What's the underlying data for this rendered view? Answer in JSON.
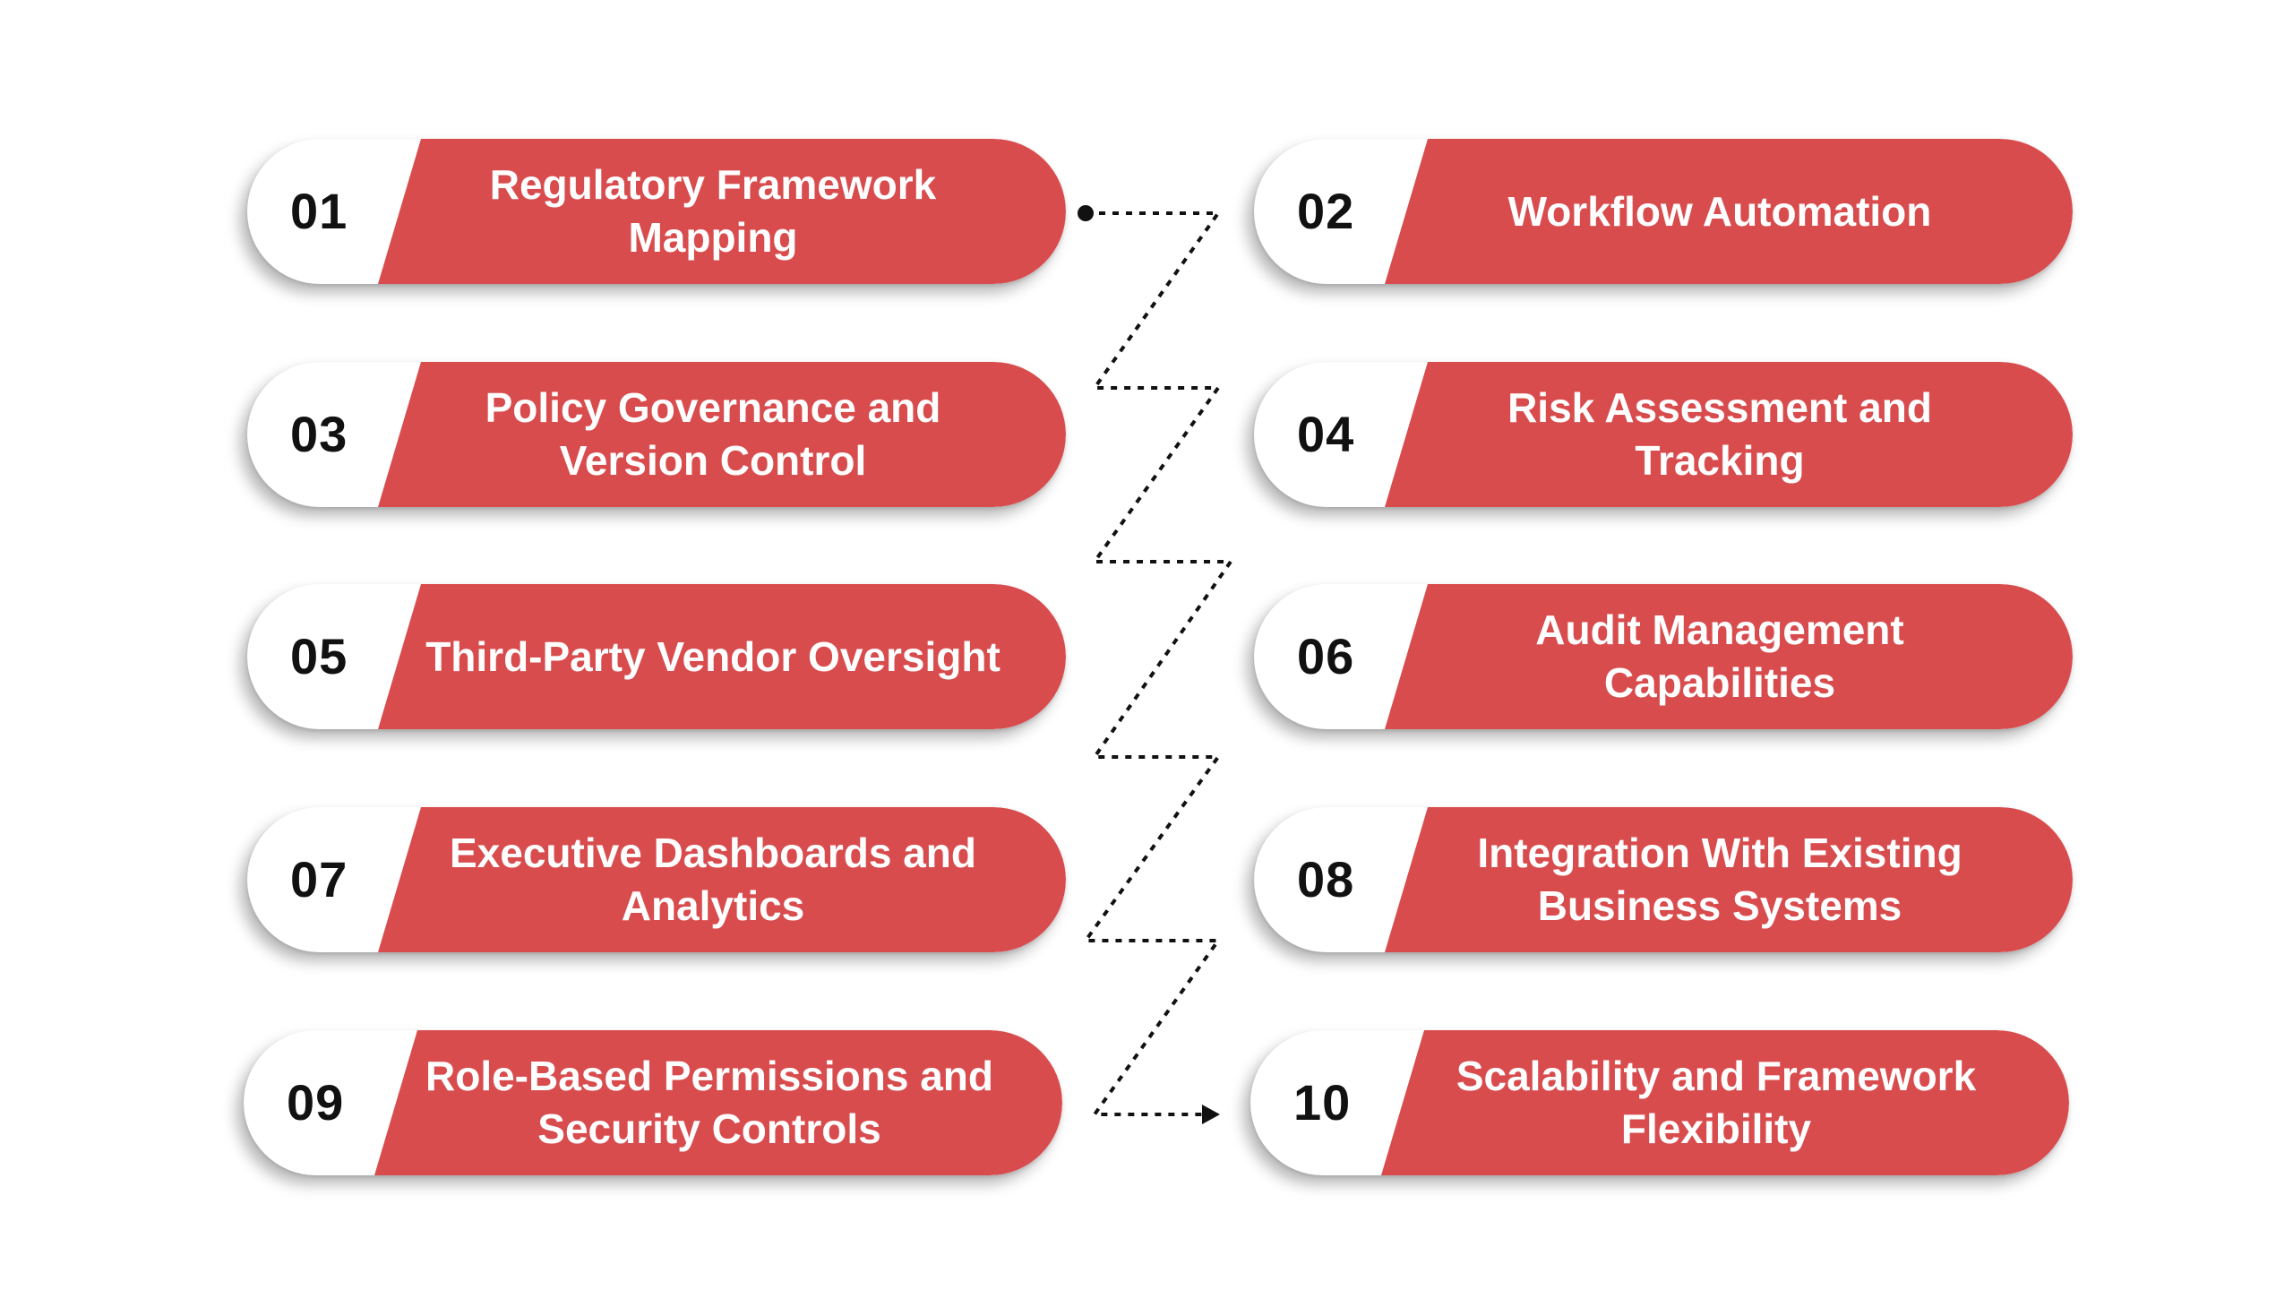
{
  "colors": {
    "accent": "#d94c4e",
    "pill_background": "#ffffff",
    "number_text": "#111111",
    "label_text": "#ffffff",
    "connector": "#111111"
  },
  "items": [
    {
      "number": "01",
      "label": "Regulatory Framework Mapping"
    },
    {
      "number": "02",
      "label": "Workflow Automation"
    },
    {
      "number": "03",
      "label": "Policy Governance and Version Control"
    },
    {
      "number": "04",
      "label": "Risk Assessment and Tracking"
    },
    {
      "number": "05",
      "label": "Third-Party Vendor Oversight"
    },
    {
      "number": "06",
      "label": "Audit Management Capabilities"
    },
    {
      "number": "07",
      "label": "Executive Dashboards and Analytics"
    },
    {
      "number": "08",
      "label": "Integration With Existing Business Systems"
    },
    {
      "number": "09",
      "label": "Role-Based Permissions and Security Controls"
    },
    {
      "number": "10",
      "label": "Scalability and Framework Flexibility"
    }
  ]
}
